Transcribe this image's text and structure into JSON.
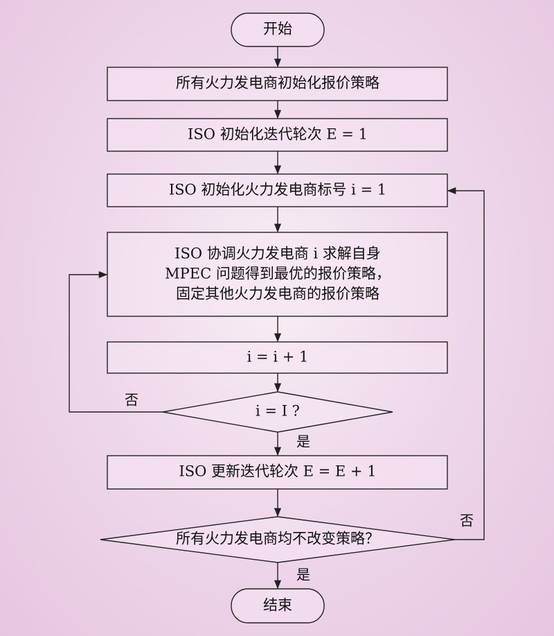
{
  "start": "开始",
  "step_init_strategy": "所有火力发电商初始化报价策略",
  "step_init_iter": "ISO 初始化迭代轮次 E = 1",
  "step_init_index": "ISO 初始化火力发电商标号 i = 1",
  "step_solve": [
    "ISO 协调火力发电商 i 求解自身",
    "MPEC 问题得到最优的报价策略，",
    "固定其他火力发电商的报价策略"
  ],
  "step_increment": "i = i + 1",
  "decision_index": "i = I ?",
  "step_update_iter": "ISO 更新迭代轮次 E = E + 1",
  "decision_converged": "所有火力发电商均不改变策略？",
  "yes_label": "是",
  "no_label": "否",
  "end": "结束"
}
